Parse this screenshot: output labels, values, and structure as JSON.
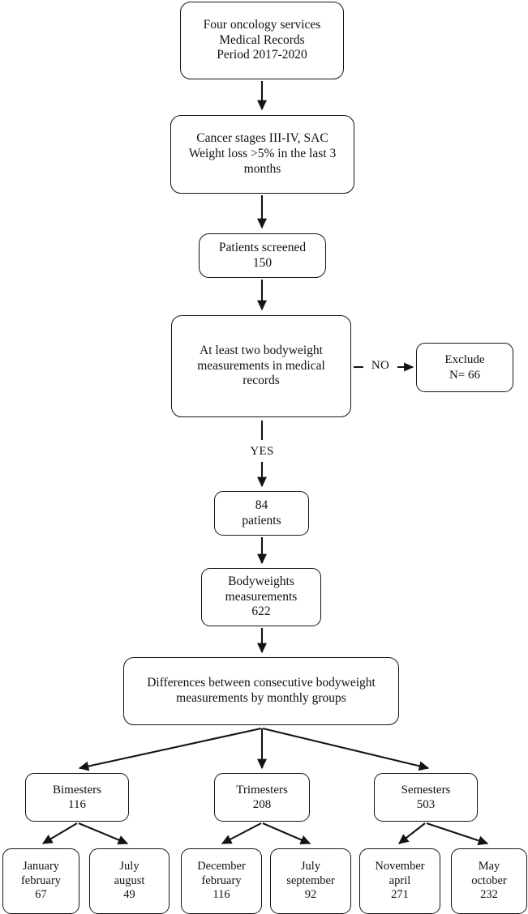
{
  "diagram": {
    "title": "Patient and bodyweight measurement selection flowchart",
    "type": "flowchart",
    "stroke_color": "#141414",
    "fill_color": "#ffffff",
    "text_color": "#101010"
  },
  "nodes": {
    "source": "Four oncology services\nMedical Records\nPeriod 2017-2020",
    "criteria": "Cancer stages III-IV,  SAC\nWeight loss >5% in the last 3\nmonths",
    "screened": "Patients screened\n150",
    "two_measurements": "At least two bodyweight\nmeasurements in medical\nrecords",
    "exclude": "Exclude\nN= 66",
    "patients": "84\npatients",
    "bodyweight_measurements": "Bodyweights\nmeasurements\n622",
    "differences": "Differences between consecutive bodyweight\nmeasurements by monthly groups"
  },
  "edge_labels": {
    "no": "NO",
    "yes": "YES"
  },
  "groups": [
    {
      "label": "Bimesters\n116",
      "name": "Bimesters",
      "value": 116
    },
    {
      "label": "Trimesters\n208",
      "name": "Trimesters",
      "value": 208
    },
    {
      "label": "Semesters\n503",
      "name": "Semesters",
      "value": 503
    }
  ],
  "leaves": [
    {
      "label": "January\nfebruary\n67",
      "months": "January february",
      "value": 67
    },
    {
      "label": "July\naugust\n49",
      "months": "July august",
      "value": 49
    },
    {
      "label": "December\nfebruary\n116",
      "months": "December february",
      "value": 116
    },
    {
      "label": "July\nseptember\n92",
      "months": "July september",
      "value": 92
    },
    {
      "label": "November\napril\n271",
      "months": "November april",
      "value": 271
    },
    {
      "label": "May\noctober\n232",
      "months": "May october",
      "value": 232
    }
  ],
  "counts": {
    "patients_screened": 150,
    "excluded": 66,
    "included_patients": 84,
    "bodyweight_measurements": 622
  }
}
